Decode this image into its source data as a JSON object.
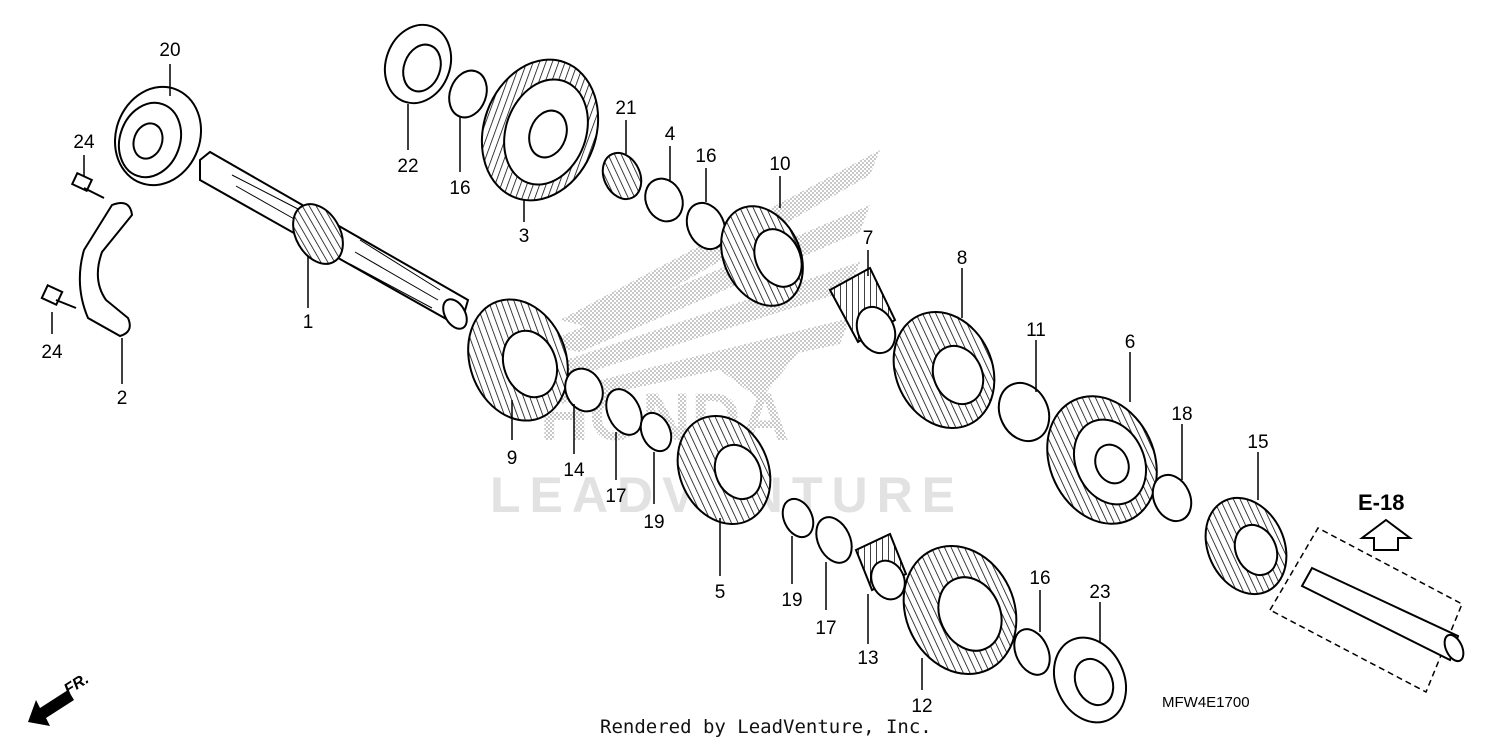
{
  "diagram": {
    "reference_code": "MFW4E1700",
    "section_ref": "E-18",
    "front_label": "FR.",
    "footer": "Rendered by LeadVenture, Inc.",
    "watermark_brand": "HONDA",
    "watermark_text": "LEADVENTURE",
    "callouts": [
      {
        "id": "p20",
        "text": "20"
      },
      {
        "id": "p24a",
        "text": "24"
      },
      {
        "id": "p24b",
        "text": "24"
      },
      {
        "id": "p2",
        "text": "2"
      },
      {
        "id": "p1",
        "text": "1"
      },
      {
        "id": "p22",
        "text": "22"
      },
      {
        "id": "p16a",
        "text": "16"
      },
      {
        "id": "p3",
        "text": "3"
      },
      {
        "id": "p21",
        "text": "21"
      },
      {
        "id": "p4",
        "text": "4"
      },
      {
        "id": "p16b",
        "text": "16"
      },
      {
        "id": "p10",
        "text": "10"
      },
      {
        "id": "p7",
        "text": "7"
      },
      {
        "id": "p8",
        "text": "8"
      },
      {
        "id": "p11",
        "text": "11"
      },
      {
        "id": "p6",
        "text": "6"
      },
      {
        "id": "p18",
        "text": "18"
      },
      {
        "id": "p15",
        "text": "15"
      },
      {
        "id": "p9",
        "text": "9"
      },
      {
        "id": "p14",
        "text": "14"
      },
      {
        "id": "p17a",
        "text": "17"
      },
      {
        "id": "p19a",
        "text": "19"
      },
      {
        "id": "p5",
        "text": "5"
      },
      {
        "id": "p19b",
        "text": "19"
      },
      {
        "id": "p17b",
        "text": "17"
      },
      {
        "id": "p13",
        "text": "13"
      },
      {
        "id": "p12",
        "text": "12"
      },
      {
        "id": "p16c",
        "text": "16"
      },
      {
        "id": "p23",
        "text": "23"
      }
    ]
  }
}
